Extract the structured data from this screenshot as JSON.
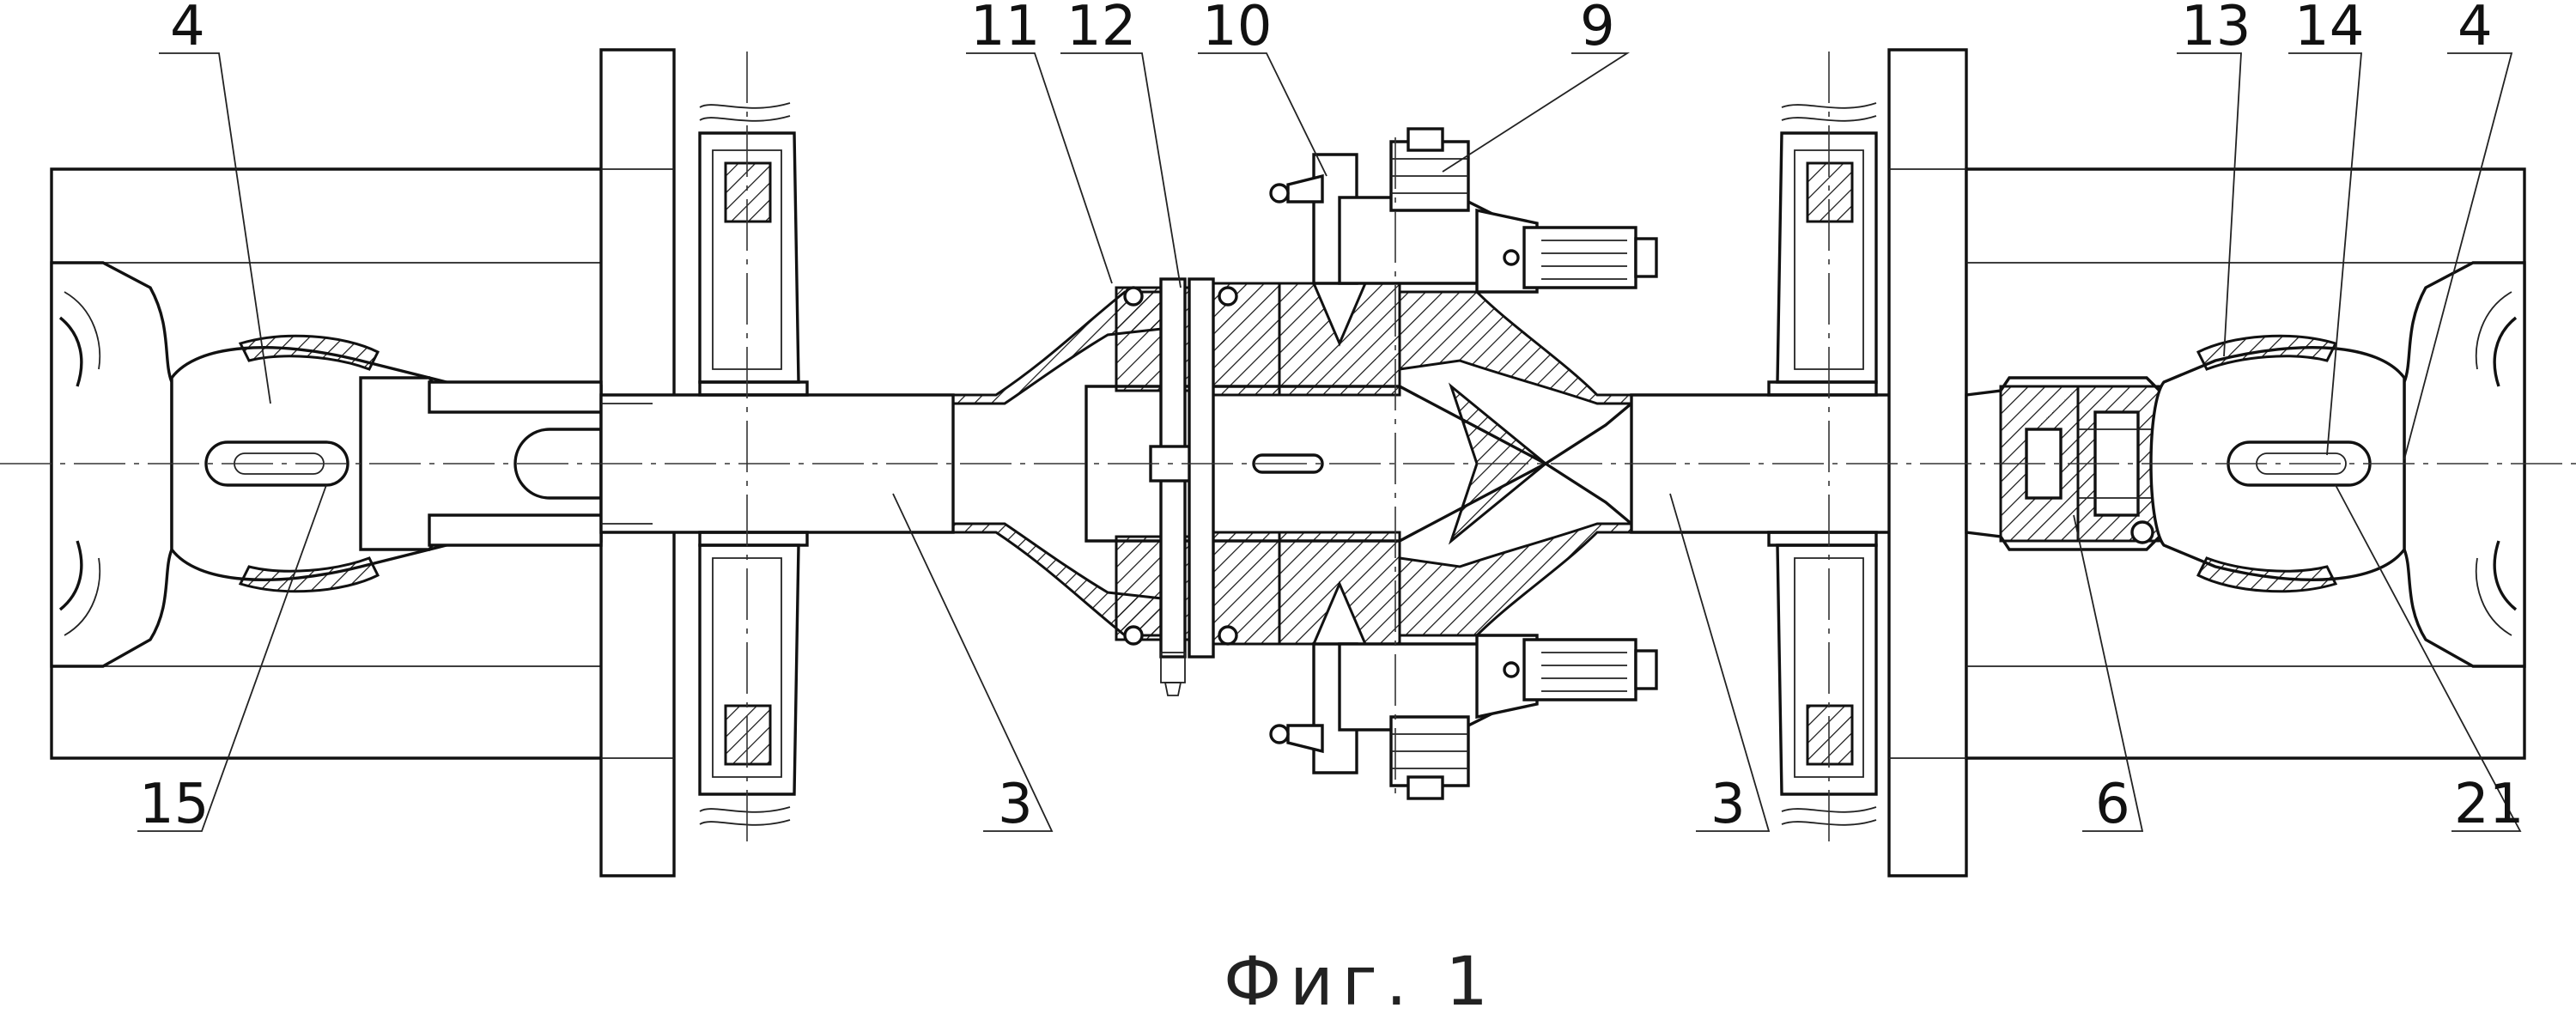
{
  "figure": {
    "caption": "Фиг. 1",
    "labels": {
      "l4a": "4",
      "l11": "11",
      "l12": "12",
      "l10": "10",
      "l9": "9",
      "l13": "13",
      "l14": "14",
      "l4b": "4",
      "l15": "15",
      "l3a": "3",
      "l3b": "3",
      "l6": "6",
      "l21": "21"
    }
  }
}
